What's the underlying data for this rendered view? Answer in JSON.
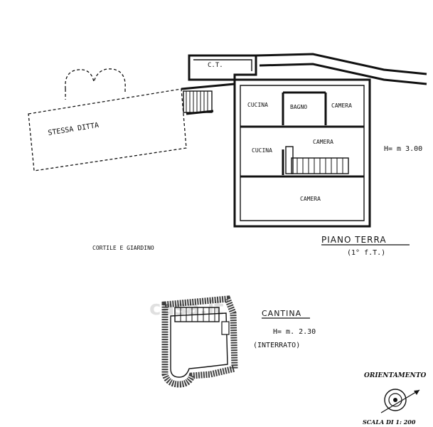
{
  "ground_floor": {
    "title": "PIANO TERRA",
    "subtitle": "(1° f.T.)",
    "height": "H= m 3.00",
    "ct_label": "C.T.",
    "rooms": {
      "cucina_top": "CUCINA",
      "bagno": "BAGNO",
      "camera_top": "CAMERA",
      "cucina_mid": "CUCINA",
      "camera_mid": "CAMERA",
      "camera_bottom": "CAMERA"
    },
    "adjacent": "STESSA DITTA",
    "courtyard": "CORTILE E GIARDINO"
  },
  "cellar": {
    "title": "CANTINA",
    "height": "H= m. 2.30",
    "note": "(INTERRATO)"
  },
  "orientation": {
    "label": "ORIENTAMENTO",
    "scale": "SCALA DI 1: 200"
  },
  "watermark": "casa.it"
}
